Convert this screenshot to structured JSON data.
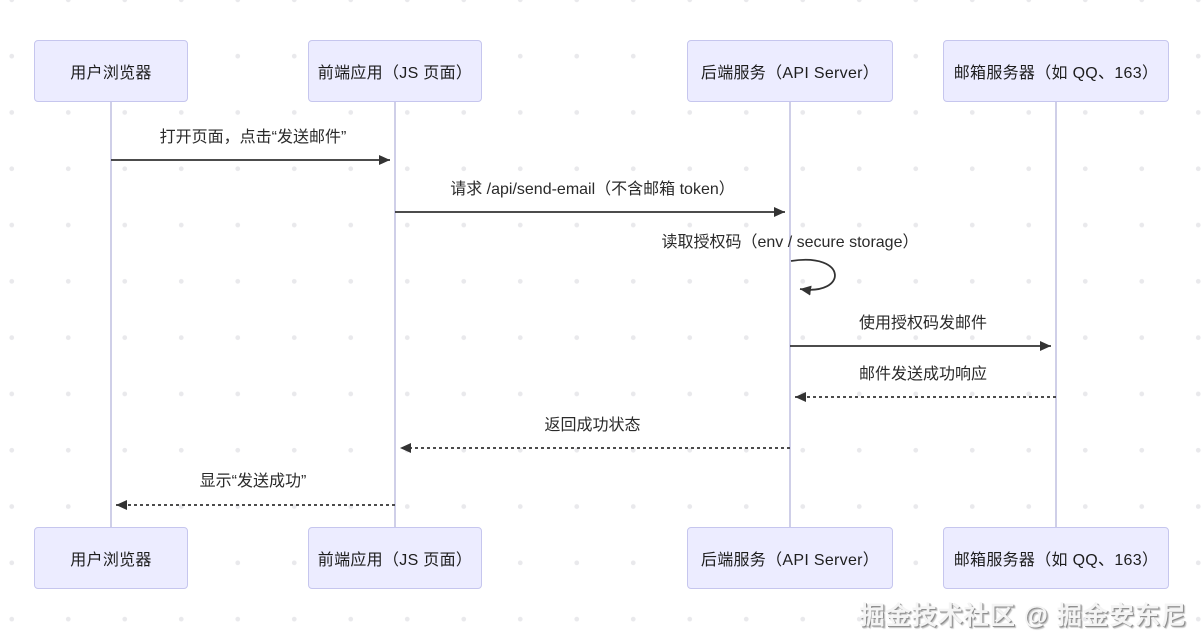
{
  "diagram": {
    "type": "sequence",
    "actors": [
      {
        "id": "browser",
        "label": "用户浏览器"
      },
      {
        "id": "frontend",
        "label": "前端应用（JS 页面）"
      },
      {
        "id": "backend",
        "label": "后端服务（API Server）"
      },
      {
        "id": "mail",
        "label": "邮箱服务器（如 QQ、163）"
      }
    ],
    "messages": [
      {
        "from": "browser",
        "to": "frontend",
        "style": "solid",
        "label": "打开页面，点击“发送邮件”"
      },
      {
        "from": "frontend",
        "to": "backend",
        "style": "solid",
        "label": "请求 /api/send-email（不含邮箱 token）"
      },
      {
        "from": "backend",
        "to": "backend",
        "style": "self",
        "label": "读取授权码（env / secure storage）"
      },
      {
        "from": "backend",
        "to": "mail",
        "style": "solid",
        "label": "使用授权码发邮件"
      },
      {
        "from": "mail",
        "to": "backend",
        "style": "dashed",
        "label": "邮件发送成功响应"
      },
      {
        "from": "backend",
        "to": "frontend",
        "style": "dashed",
        "label": "返回成功状态"
      },
      {
        "from": "frontend",
        "to": "browser",
        "style": "dashed",
        "label": "显示“发送成功”"
      }
    ]
  },
  "watermark": {
    "text": "掘金技术社区 @ 掘金安东尼"
  },
  "colors": {
    "actor_fill": "#ECECFF",
    "actor_border": "#C6C6EE",
    "lifeline": "#CFCFE8",
    "arrow": "#333333",
    "background_dot": "#E9E9EC"
  }
}
